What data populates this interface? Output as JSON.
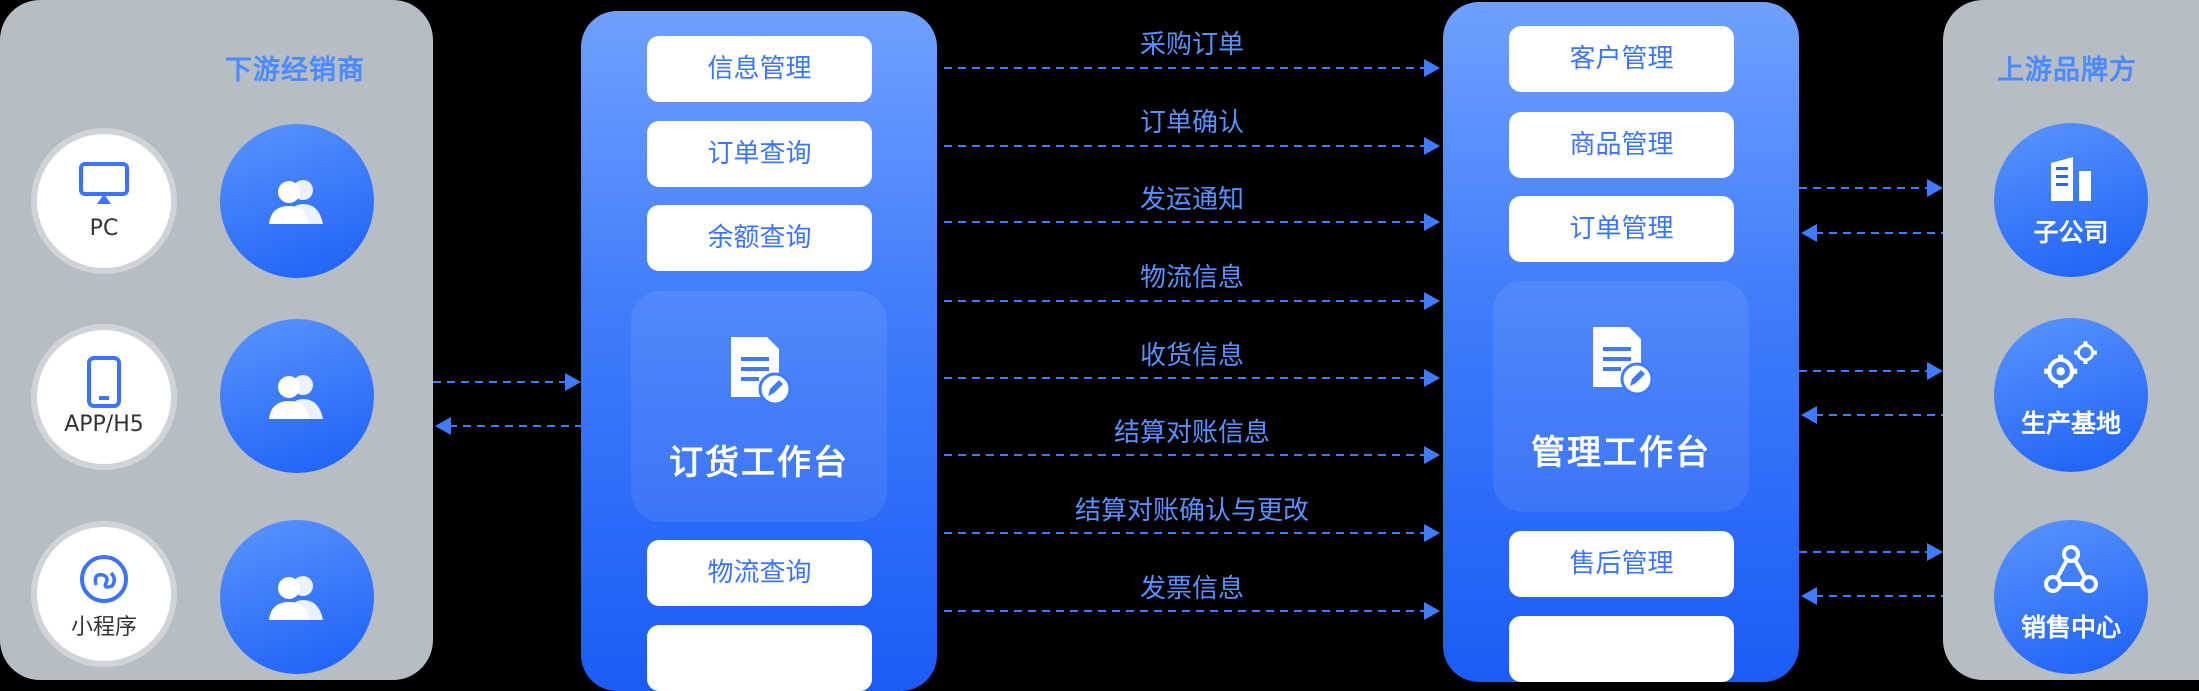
{
  "left_panel": {
    "title": "下游经销商"
  },
  "clients": [
    {
      "label": "PC",
      "icon": "monitor-icon"
    },
    {
      "label": "APP/H5",
      "icon": "phone-icon"
    },
    {
      "label": "小程序",
      "icon": "miniprogram-icon"
    }
  ],
  "dealer_icons": [
    "users-icon",
    "users-icon",
    "users-icon"
  ],
  "order_workbench": {
    "title": "订货工作台",
    "buttons_top": [
      "信息管理",
      "订单查询",
      "余额查询"
    ],
    "buttons_bottom": [
      "物流查询"
    ]
  },
  "flows": [
    "采购订单",
    "订单确认",
    "发运通知",
    "物流信息",
    "收货信息",
    "结算对账信息",
    "结算对账确认与更改",
    "发票信息"
  ],
  "management_workbench": {
    "title": "管理工作台",
    "buttons_top": [
      "客户管理",
      "商品管理",
      "订单管理"
    ],
    "buttons_bottom": [
      "售后管理"
    ]
  },
  "right_panel": {
    "title": "上游品牌方"
  },
  "brand_units": [
    {
      "label": "子公司",
      "icon": "building-icon"
    },
    {
      "label": "生产基地",
      "icon": "gears-icon"
    },
    {
      "label": "销售中心",
      "icon": "network-icon"
    }
  ],
  "colors": {
    "accent": "#4b8bff",
    "panel_gray": "#b7bdc4",
    "arrow": "#3f7cfb"
  }
}
